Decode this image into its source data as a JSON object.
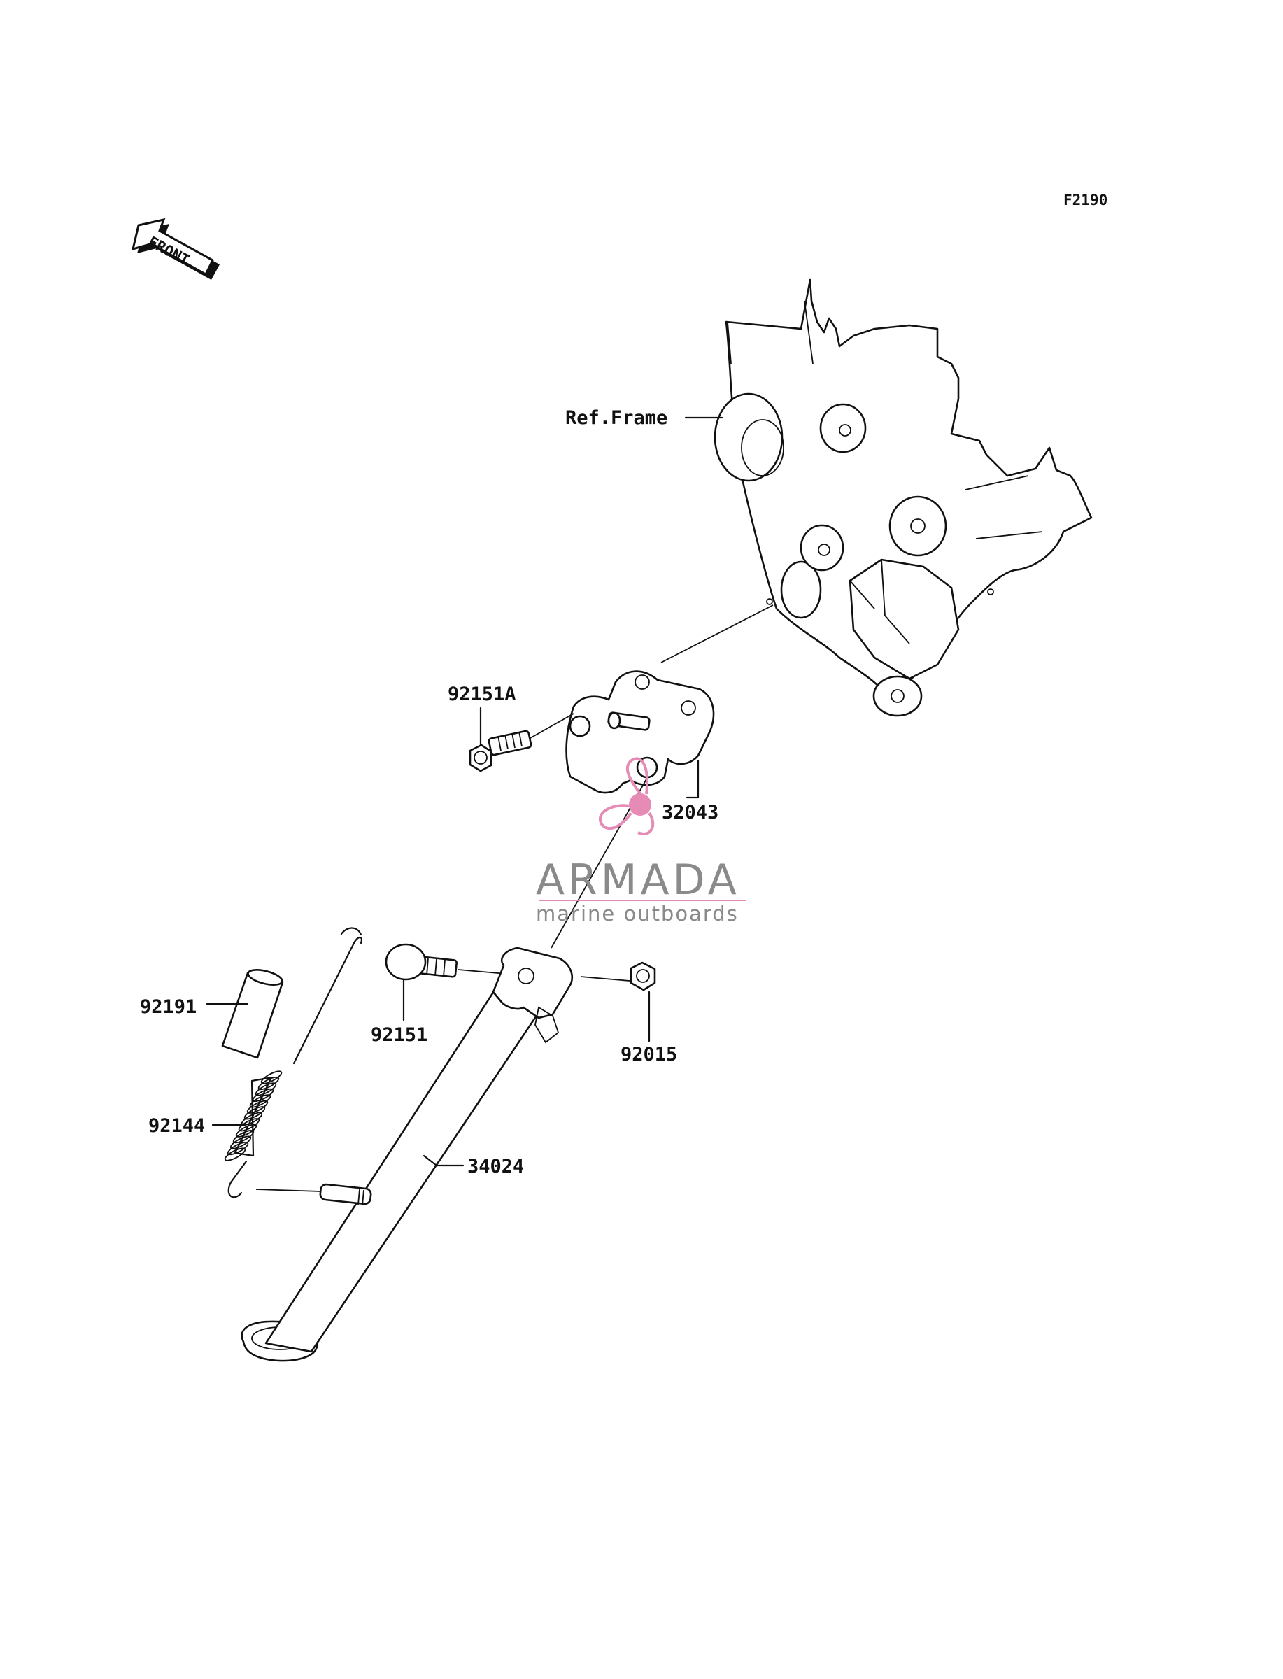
{
  "diagram_code": "F2190",
  "front_marker": "FRONT",
  "ref_label": "Ref.Frame",
  "parts": {
    "bolt_a": "92151A",
    "bracket": "32043",
    "spacer": "92191",
    "bolt": "92151",
    "nut": "92015",
    "spring": "92144",
    "stand": "34024"
  },
  "watermark": {
    "name": "ARMADA",
    "tagline": "marine outboards",
    "color_text": "#8a8a8a",
    "color_logo": "#e58bb5"
  }
}
